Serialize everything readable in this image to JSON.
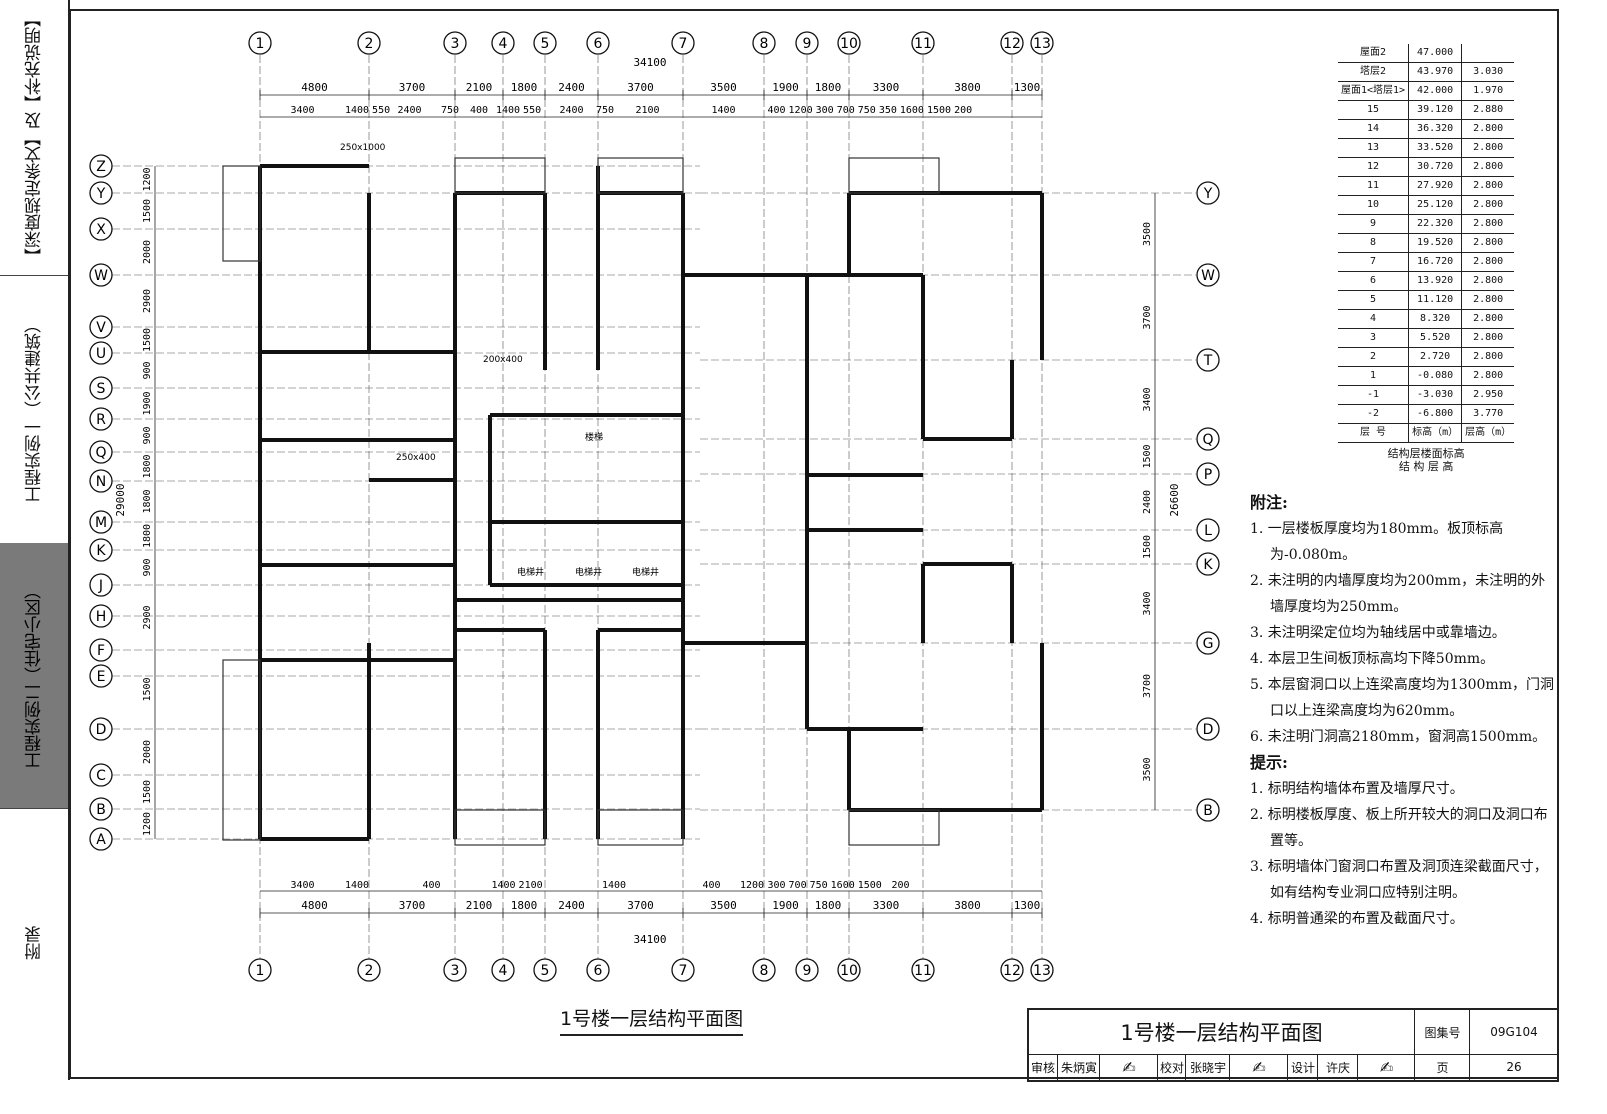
{
  "sidebar": {
    "sections": [
      {
        "label": "【深度规定条文】及【补充说明】",
        "active": false
      },
      {
        "label": "工程实例一（公共建筑）",
        "active": false
      },
      {
        "label": "工程实例二（住宅小区）",
        "active": true
      },
      {
        "label": "附录",
        "active": false
      }
    ]
  },
  "plan": {
    "column_axes": [
      "1",
      "2",
      "3",
      "4",
      "5",
      "6",
      "7",
      "8",
      "9",
      "10",
      "11",
      "12",
      "13"
    ],
    "left_row_axes": [
      "Z",
      "Y",
      "X",
      "W",
      "V",
      "U",
      "S",
      "R",
      "Q",
      "N",
      "M",
      "K",
      "J",
      "H",
      "F",
      "E",
      "D",
      "C",
      "B",
      "A"
    ],
    "right_row_axes": [
      "Y",
      "W",
      "T",
      "Q",
      "P",
      "L",
      "K",
      "G",
      "D",
      "B"
    ],
    "overall_width": "34100",
    "bay_dims": [
      "4800",
      "3700",
      "2100",
      "1800",
      "2400",
      "3700",
      "3500",
      "1900",
      "1800",
      "3300",
      "3800",
      "1300"
    ],
    "top_sub_dims": [
      "3400",
      "1400",
      "550",
      "2400",
      "750",
      "400",
      "1400",
      "550",
      "2400",
      "750",
      "2100",
      "1400",
      "400",
      "1200",
      "300",
      "700",
      "750",
      "350",
      "1600",
      "1500",
      "200"
    ],
    "bottom_sub_dims": [
      "3400",
      "1400",
      "400",
      "1400",
      "2100",
      "1400",
      "400",
      "1200",
      "300",
      "700",
      "750",
      "1600",
      "1500",
      "200"
    ],
    "left_dims": [
      "1200",
      "1500",
      "2000",
      "2900",
      "1500",
      "900",
      "1900",
      "900",
      "1800",
      "1800",
      "1800",
      "900",
      "2900",
      "1500",
      "2000",
      "1500",
      "1200"
    ],
    "left_total": "29000",
    "right_dims": [
      "3500",
      "3700",
      "3400",
      "1500",
      "2400",
      "1500",
      "3400",
      "3700",
      "3500"
    ],
    "right_total": "26600",
    "labels": [
      "250x1000",
      "200x400",
      "250x400",
      "电梯井",
      "电梯井",
      "电梯井",
      "楼梯"
    ],
    "drawing_title": "1号楼一层结构平面图"
  },
  "level_table": {
    "headers": [
      "层 号",
      "标高（m）",
      "层高（m）"
    ],
    "rows": [
      [
        "屋面2",
        "47.000",
        ""
      ],
      [
        "塔层2",
        "43.970",
        "3.030"
      ],
      [
        "屋面1<塔层1>",
        "42.000",
        "1.970"
      ],
      [
        "15",
        "39.120",
        "2.880"
      ],
      [
        "14",
        "36.320",
        "2.800"
      ],
      [
        "13",
        "33.520",
        "2.800"
      ],
      [
        "12",
        "30.720",
        "2.800"
      ],
      [
        "11",
        "27.920",
        "2.800"
      ],
      [
        "10",
        "25.120",
        "2.800"
      ],
      [
        "9",
        "22.320",
        "2.800"
      ],
      [
        "8",
        "19.520",
        "2.800"
      ],
      [
        "7",
        "16.720",
        "2.800"
      ],
      [
        "6",
        "13.920",
        "2.800"
      ],
      [
        "5",
        "11.120",
        "2.800"
      ],
      [
        "4",
        "8.320",
        "2.800"
      ],
      [
        "3",
        "5.520",
        "2.800"
      ],
      [
        "2",
        "2.720",
        "2.800"
      ],
      [
        "1",
        "-0.080",
        "2.800"
      ],
      [
        "-1",
        "-3.030",
        "2.950"
      ],
      [
        "-2",
        "-6.800",
        "3.770"
      ]
    ],
    "caption_1": "结构层楼面标高",
    "caption_2": "结 构 层 高"
  },
  "notes": {
    "heading": "附注:",
    "items": [
      "1. 一层楼板厚度均为180mm。板顶标高为-0.080m。",
      "2. 未注明的内墙厚度均为200mm，未注明的外墙厚度均为250mm。",
      "3. 未注明梁定位均为轴线居中或靠墙边。",
      "4. 本层卫生间板顶标高均下降50mm。",
      "5. 本层窗洞口以上连梁高度均为1300mm，门洞口以上连梁高度均为620mm。",
      "6. 未注明门洞高2180mm，窗洞高1500mm。"
    ],
    "tips_heading": "提示:",
    "tips": [
      "1. 标明结构墙体布置及墙厚尺寸。",
      "2. 标明楼板厚度、板上所开较大的洞口及洞口布置等。",
      "3. 标明墙体门窗洞口布置及洞顶连梁截面尺寸，如有结构专业洞口应特别注明。",
      "4. 标明普通梁的布置及截面尺寸。"
    ]
  },
  "title_block": {
    "title": "1号楼一层结构平面图",
    "atlas_label": "图集号",
    "atlas_no": "09G104",
    "review_label": "审核",
    "reviewer": "朱炳寅",
    "check_label": "校对",
    "checker": "张晓宇",
    "design_label": "设计",
    "designer": "许庆",
    "page_label": "页",
    "page_no": "26"
  }
}
